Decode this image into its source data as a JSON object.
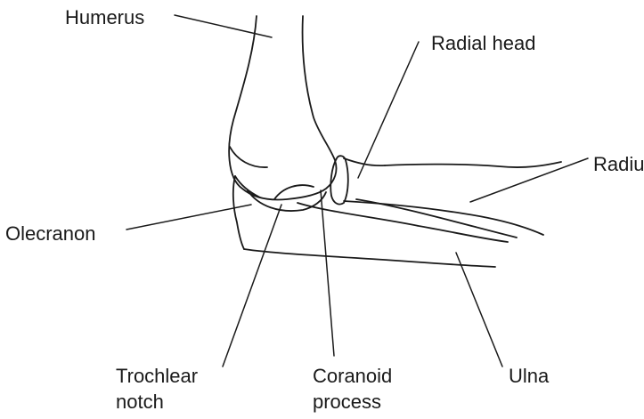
{
  "labels": {
    "humerus": "Humerus",
    "radial_head": "Radial head",
    "radius": "Radius",
    "olecranon": "Olecranon",
    "trochlear_notch": "Trochlear\nnotch",
    "coronoid_process": "Coranoid\nprocess",
    "ulna": "Ulna"
  },
  "colors": {
    "line": "#1a1a1a",
    "background": "#ffffff"
  }
}
